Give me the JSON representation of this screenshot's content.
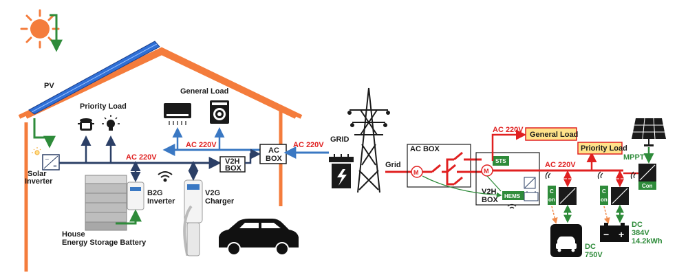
{
  "house": {
    "pv": "PV",
    "priority_load": "Priority Load",
    "general_load": "General Load",
    "solar_inverter_l1": "Solar",
    "solar_inverter_l2": "Inverter",
    "ac_220v": "AC 220V",
    "ac_220v_general": "AC 220V",
    "v2h_box_l1": "V2H",
    "v2h_box_l2": "BOX",
    "ac_box_l1": "AC",
    "ac_box_l2": "BOX",
    "ac_220v_grid": "AC 220V",
    "b2g_inverter_l1": "B2G",
    "b2g_inverter_l2": "Inverter",
    "v2g_charger_l1": "V2G",
    "v2g_charger_l2": "Charger",
    "battery_l1": "House",
    "battery_l2": "Energy Storage Battery"
  },
  "grid": {
    "label": "GRID"
  },
  "system": {
    "grid_label": "Grid",
    "ac_box": "AC BOX",
    "ac_220v_top": "AC 220V",
    "general_load": "General Load",
    "priority_load": "Priority Load",
    "sts": "STS",
    "ac_220v_bus": "AC 220V",
    "v2h_box_l1": "V2H",
    "v2h_box_l2": "BOX",
    "hems": "HEMS",
    "m": "M",
    "mppt": "MPPT",
    "con": "Con",
    "c_letter": "C",
    "on_text": "on",
    "dc_ev_l1": "DC",
    "dc_ev_l2": "750V",
    "dc_bat_l1": "DC",
    "dc_bat_l2": "384V",
    "dc_bat_l3": "14.2kWh",
    "plus": "+",
    "minus": "−"
  },
  "colors": {
    "roof": "#f47c3c",
    "ac_line": "#e02020",
    "bus_blue": "#3a78c3",
    "dark_navy": "#2b3f66",
    "green": "#2e8b3a",
    "dashed_orange": "#f08a4b",
    "load_box_fill": "#ffe28a",
    "sun": "#f47c3c"
  },
  "icons": [
    "sun-icon",
    "rice-cooker-icon",
    "light-bulb-icon",
    "air-conditioner-icon",
    "washing-machine-icon",
    "wifi-icon",
    "car-icon",
    "transmission-tower-icon",
    "transformer-icon",
    "solar-panel-icon",
    "battery-icon",
    "ev-car-icon"
  ]
}
